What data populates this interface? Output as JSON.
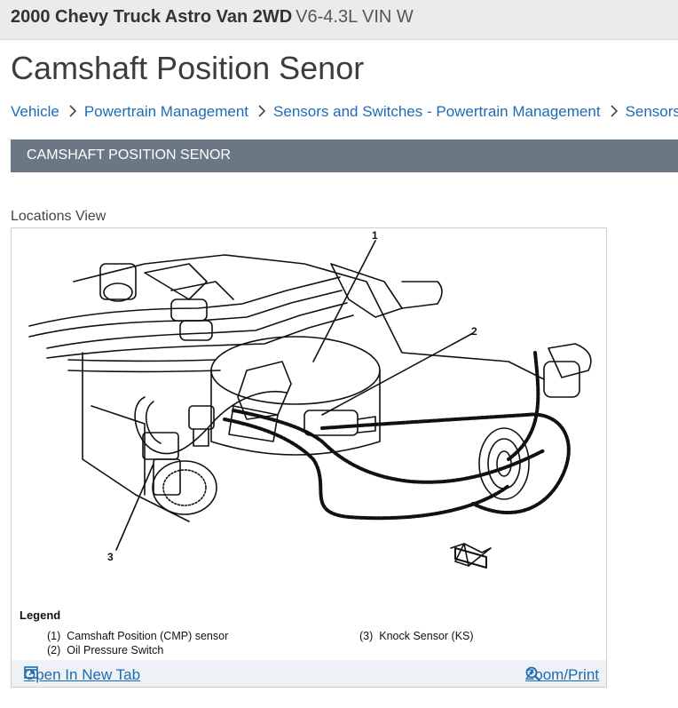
{
  "header": {
    "vehicle_bold": "2000 Chevy Truck Astro Van 2WD",
    "engine": "V6-4.3L VIN W"
  },
  "page": {
    "title": "Camshaft Position Senor"
  },
  "breadcrumb": {
    "items": [
      "Vehicle",
      "Powertrain Management",
      "Sensors and Switches - Powertrain Management",
      "Sensors"
    ]
  },
  "section": {
    "heading": "CAMSHAFT POSITION SENOR"
  },
  "figure": {
    "caption": "Locations View",
    "callouts": [
      "1",
      "2",
      "3"
    ],
    "legend_title": "Legend",
    "legend_items": [
      {
        "num": "(1)",
        "text": "Camshaft Position (CMP) sensor"
      },
      {
        "num": "(2)",
        "text": "Oil Pressure Switch"
      },
      {
        "num": "(3)",
        "text": "Knock Sensor (KS)"
      }
    ],
    "open_tab_label": "Open In New Tab",
    "zoom_label": "Zoom/Print"
  },
  "icons": {
    "breadcrumb_separator": "chevron-right-icon",
    "open_tab": "open-new-tab-icon",
    "zoom": "zoom-in-icon"
  },
  "colors": {
    "link": "#1f6bb3",
    "section_bar": "#6b7883",
    "top_bar": "#ebebeb"
  }
}
